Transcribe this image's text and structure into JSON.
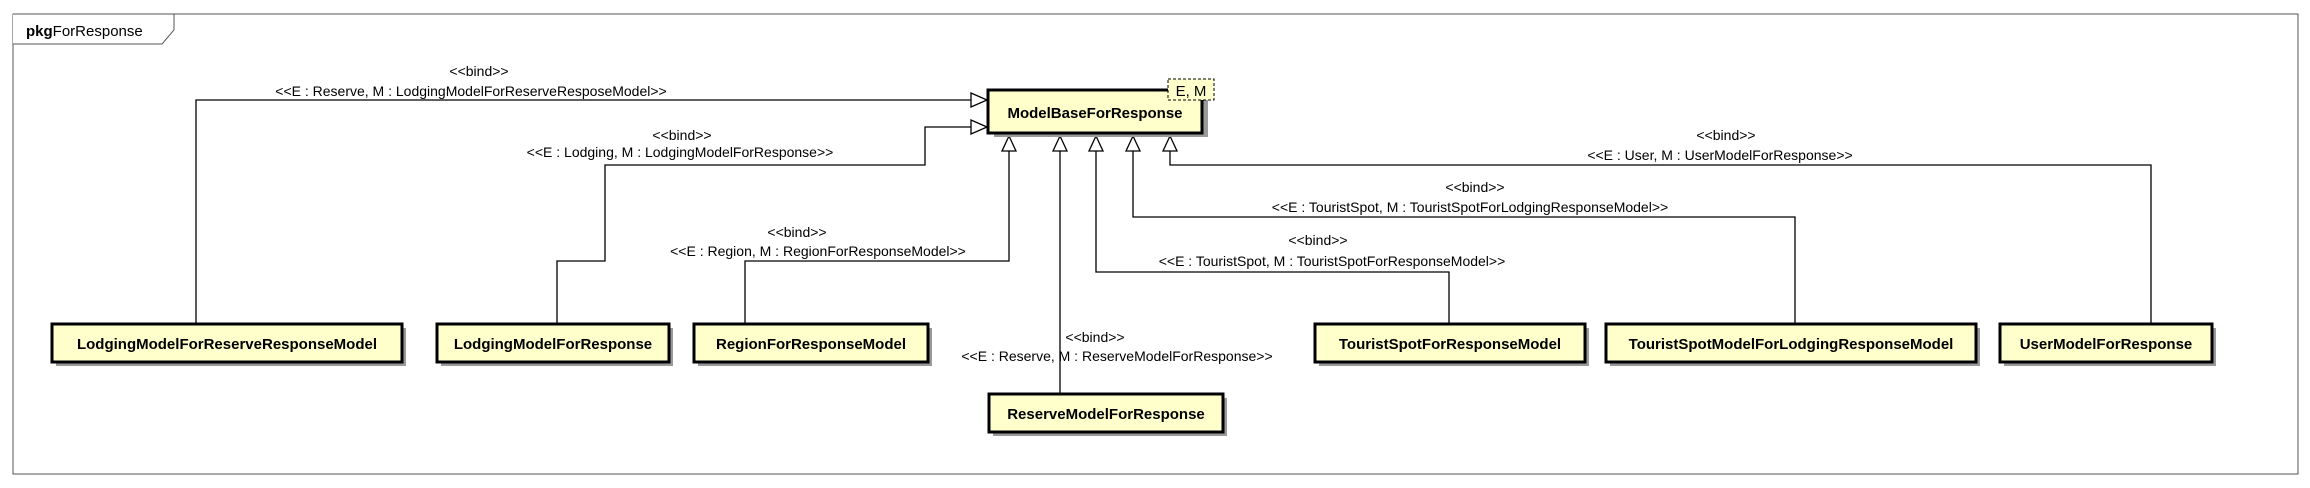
{
  "package": {
    "keyword": "pkg",
    "name": "ForResponse"
  },
  "base_class": {
    "name": "ModelBaseForResponse",
    "template_params": "E, M"
  },
  "classes": {
    "lodging_reserve": "LodgingModelForReserveResponseModel",
    "lodging": "LodgingModelForResponse",
    "region": "RegionForResponseModel",
    "reserve": "ReserveModelForResponse",
    "tourist_spot": "TouristSpotForResponseModel",
    "tourist_spot_lodging": "TouristSpotModelForLodgingResponseModel",
    "user": "UserModelForResponse"
  },
  "bindings": {
    "lodging_reserve": {
      "stereotype": "<<bind>>",
      "params": "<<E : Reserve, M : LodgingModelForReserveResposeModel>>"
    },
    "lodging": {
      "stereotype": "<<bind>>",
      "params": "<<E : Lodging, M : LodgingModelForResponse>>"
    },
    "region": {
      "stereotype": "<<bind>>",
      "params": "<<E : Region, M : RegionForResponseModel>>"
    },
    "reserve": {
      "stereotype": "<<bind>>",
      "params": "<<E : Reserve, M : ReserveModelForResponse>>"
    },
    "tourist_spot": {
      "stereotype": "<<bind>>",
      "params": "<<E : TouristSpot, M : TouristSpotForResponseModel>>"
    },
    "tourist_spot_lodging": {
      "stereotype": "<<bind>>",
      "params": "<<E : TouristSpot, M : TouristSpotForLodgingResponseModel>>"
    },
    "user": {
      "stereotype": "<<bind>>",
      "params": "<<E : User, M : UserModelForResponse>>"
    }
  }
}
